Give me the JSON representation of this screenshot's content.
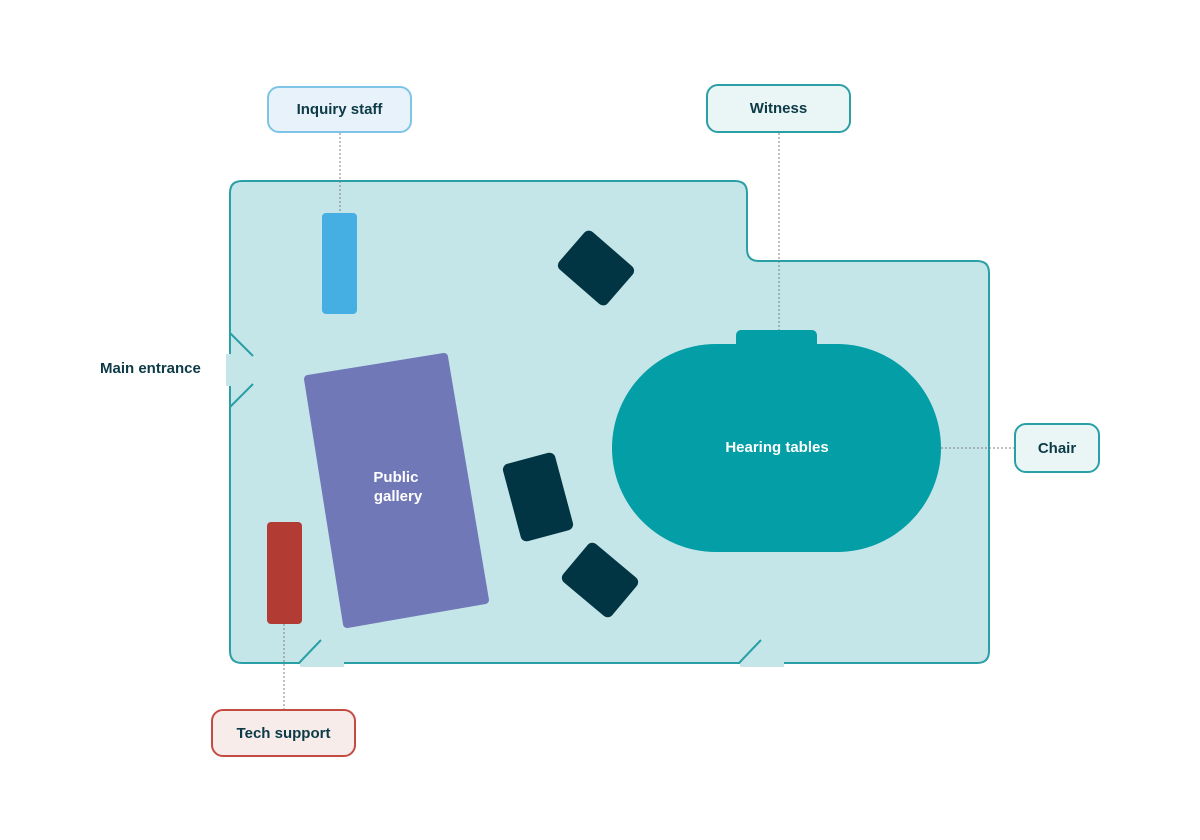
{
  "colors": {
    "room_fill": "#c5e6e8",
    "room_stroke": "#2a9fa6",
    "staff_desk": "#45aee3",
    "tech_desk": "#b23b33",
    "gallery": "#7178b8",
    "dark_desk": "#023544",
    "hearing_table": "#039ea6",
    "connector": "#808080"
  },
  "labels": {
    "inquiry_staff": "Inquiry staff",
    "witness": "Witness",
    "chair": "Chair",
    "tech_support": "Tech support",
    "main_entrance": "Main entrance"
  },
  "shapes": {
    "public_gallery": [
      "Public",
      "gallery"
    ],
    "hearing_tables": "Hearing tables"
  },
  "icons": {
    "entrance_marker": "door-opening-icon"
  }
}
